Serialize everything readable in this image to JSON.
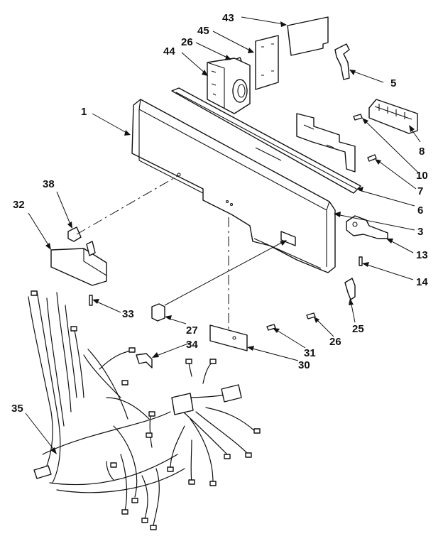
{
  "callouts": [
    {
      "id": "c43",
      "text": "43"
    },
    {
      "id": "c45",
      "text": "45"
    },
    {
      "id": "c26a",
      "text": "26"
    },
    {
      "id": "c44",
      "text": "44"
    },
    {
      "id": "c5",
      "text": "5"
    },
    {
      "id": "c1",
      "text": "1"
    },
    {
      "id": "c8",
      "text": "8"
    },
    {
      "id": "c10",
      "text": "10"
    },
    {
      "id": "c7",
      "text": "7"
    },
    {
      "id": "c38",
      "text": "38"
    },
    {
      "id": "c6",
      "text": "6"
    },
    {
      "id": "c32",
      "text": "32"
    },
    {
      "id": "c3",
      "text": "3"
    },
    {
      "id": "c13",
      "text": "13"
    },
    {
      "id": "c14",
      "text": "14"
    },
    {
      "id": "c33",
      "text": "33"
    },
    {
      "id": "c27",
      "text": "27"
    },
    {
      "id": "c26b",
      "text": "26"
    },
    {
      "id": "c25",
      "text": "25"
    },
    {
      "id": "c34",
      "text": "34"
    },
    {
      "id": "c31",
      "text": "31"
    },
    {
      "id": "c30",
      "text": "30"
    },
    {
      "id": "c35",
      "text": "35"
    }
  ]
}
